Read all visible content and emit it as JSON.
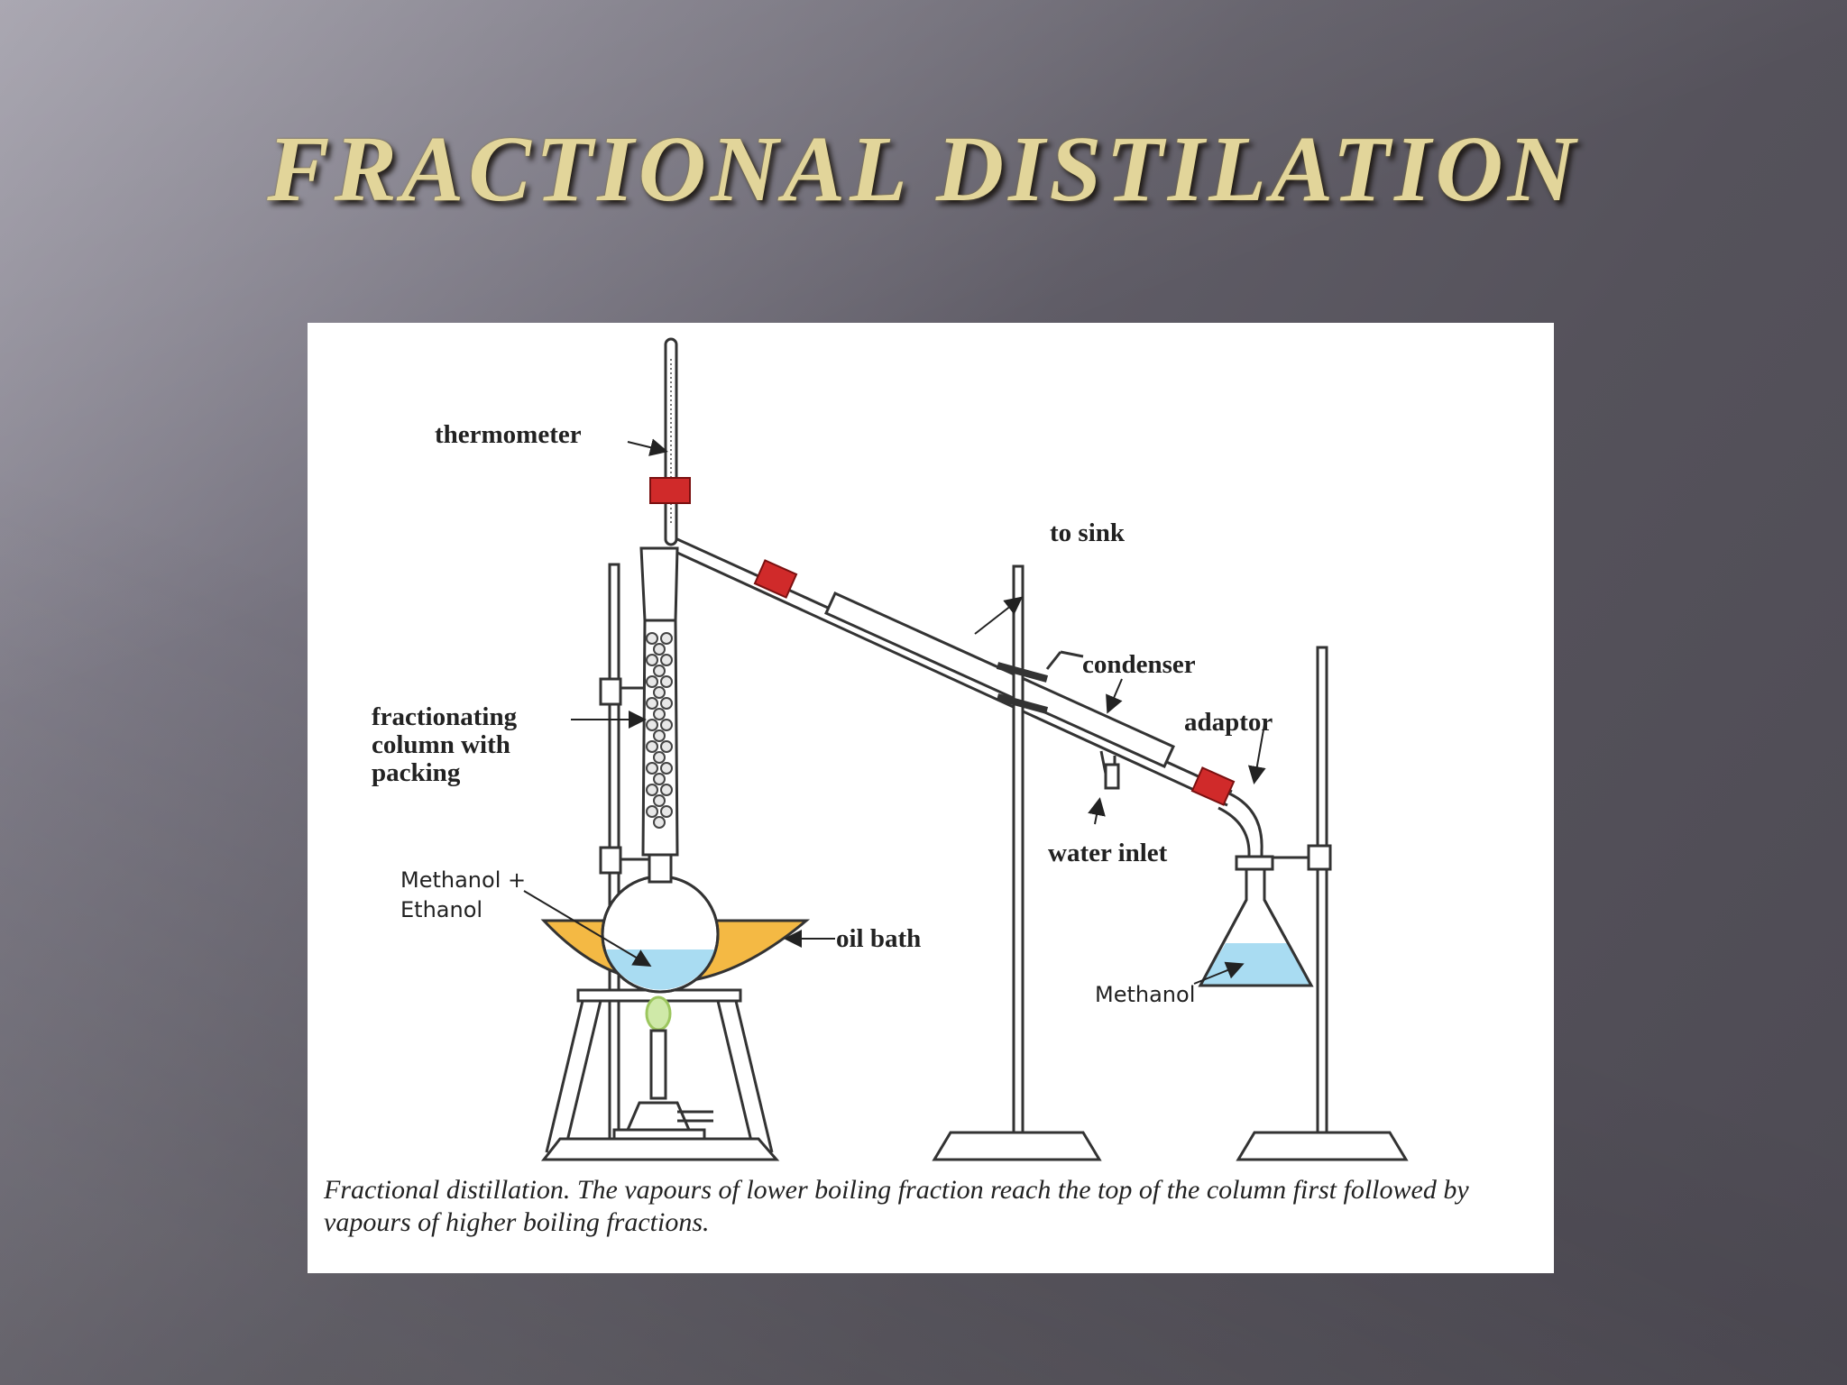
{
  "title": "FRACTIONAL DISTILATION",
  "diagram": {
    "labels": {
      "thermometer": "thermometer",
      "to_sink": "to sink",
      "condenser": "condenser",
      "fractionating_1": "fractionating",
      "fractionating_2": "column with",
      "fractionating_3": "packing",
      "adaptor": "adaptor",
      "water_inlet": "water inlet",
      "mixture_1": "Methanol +",
      "mixture_2": "Ethanol",
      "oil_bath": "oil bath",
      "methanol": "Methanol"
    },
    "caption": "Fractional distillation. The vapours of lower boiling fraction reach the top of the column first followed by vapours of higher boiling fractions."
  },
  "colors": {
    "title": "#e2d59a",
    "stopper": "#d02a2a",
    "oil_bath": "#f4b944",
    "liquid": "#a9dcf2"
  }
}
